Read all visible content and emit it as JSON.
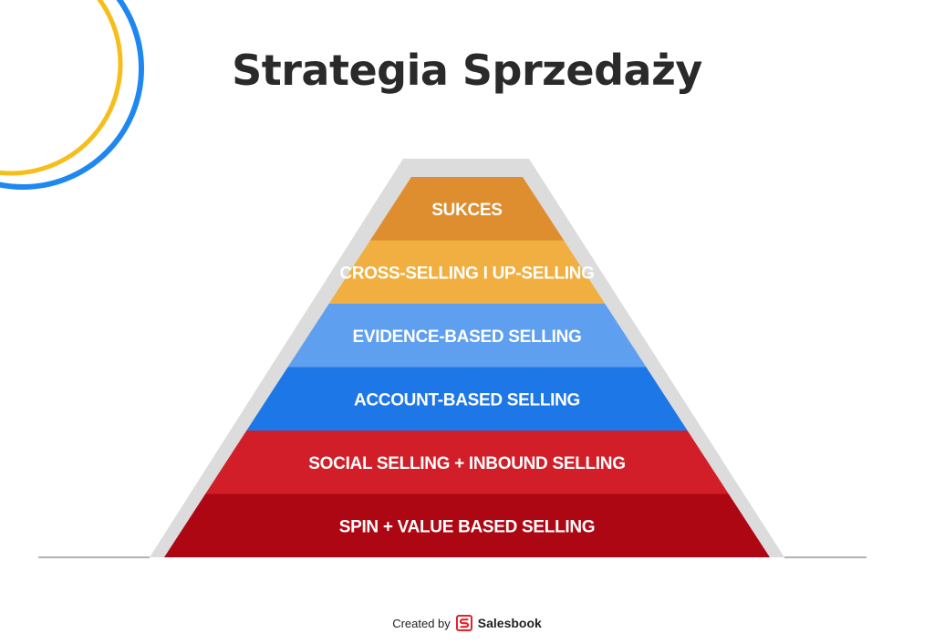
{
  "title": "Strategia Sprzedaży",
  "pyramid": {
    "levels": [
      {
        "label": "SUKCES",
        "color": "#DE8E2F"
      },
      {
        "label": "CROSS-SELLING I UP-SELLING",
        "color": "#F0AF40"
      },
      {
        "label": "EVIDENCE-BASED SELLING",
        "color": "#5E9FEF"
      },
      {
        "label": "ACCOUNT-BASED SELLING",
        "color": "#1E77E6"
      },
      {
        "label": "SOCIAL SELLING + INBOUND SELLING",
        "color": "#D11E28"
      },
      {
        "label": "SPIN + VALUE BASED SELLING",
        "color": "#AD0713"
      }
    ],
    "outline_color": "#DCDCDC",
    "baseline_color": "#9A9A9A"
  },
  "decor": {
    "arc_yellow": "#F6BE1A",
    "arc_blue": "#1E88F0"
  },
  "footer": {
    "created_by": "Created by",
    "brand": "Salesbook",
    "brand_color": "#E0242C"
  }
}
